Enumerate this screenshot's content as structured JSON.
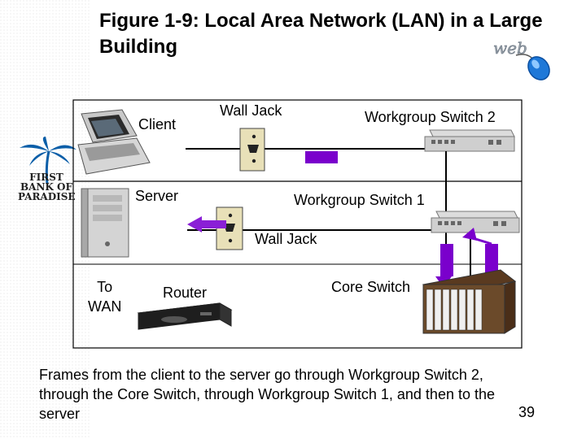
{
  "title": "Figure 1-9: Local Area Network (LAN) in a Large Building",
  "labels": {
    "client": "Client",
    "wall_jack_top": "Wall Jack",
    "workgroup_switch_2": "Workgroup Switch 2",
    "server": "Server",
    "workgroup_switch_1": "Workgroup Switch 1",
    "wall_jack_bottom": "Wall Jack",
    "to_wan": "To\nWAN",
    "router": "Router",
    "core_switch": "Core Switch"
  },
  "logo": {
    "text": "FIRST BANK OF PARADISE",
    "web_badge": "web"
  },
  "caption": "Frames from the client to the server go through Workgroup Switch 2, through the Core Switch, through Workgroup Switch 1, and then to the server",
  "page_number": "39",
  "colors": {
    "frame": "#7a00cc",
    "frame_arrow": "#8a1fd6",
    "line": "#000000"
  }
}
